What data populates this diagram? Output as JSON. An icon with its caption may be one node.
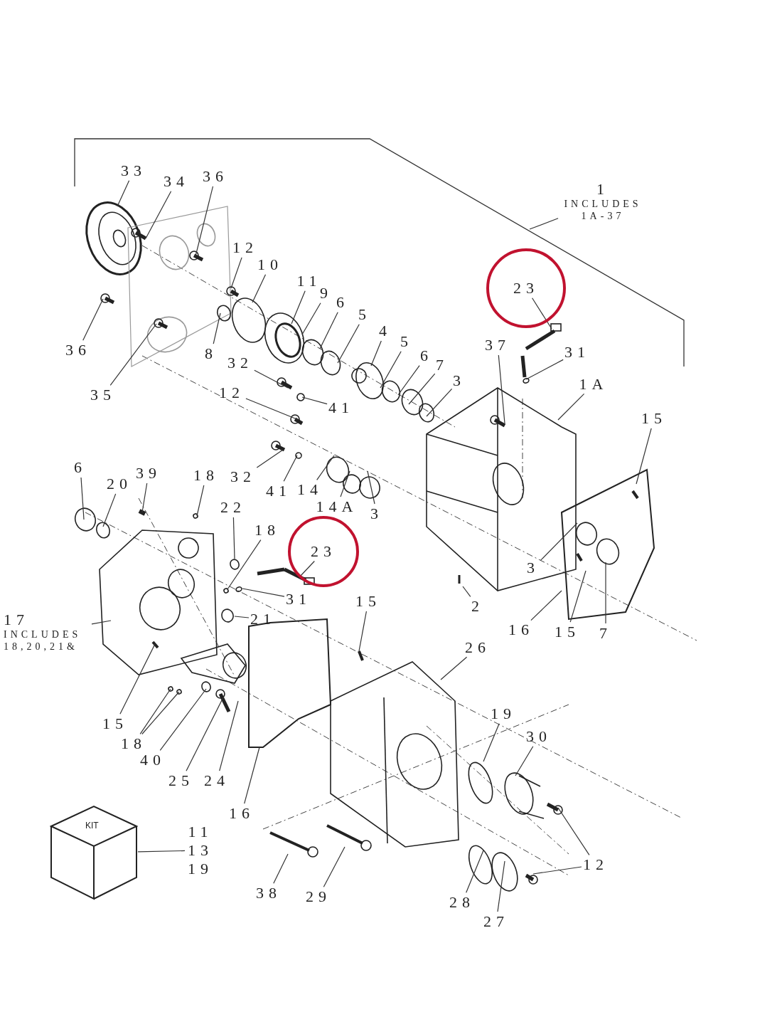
{
  "diagram": {
    "nodes": [
      {
        "text": [
          "1",
          "INCLUDES 1A-37"
        ]
      },
      {
        "text": [
          "33"
        ]
      },
      {
        "text": [
          "34"
        ]
      },
      {
        "text": [
          "36"
        ]
      },
      {
        "text": [
          "36"
        ]
      },
      {
        "text": [
          "12"
        ]
      },
      {
        "text": [
          "10"
        ]
      },
      {
        "text": [
          "11"
        ]
      },
      {
        "text": [
          "9"
        ]
      },
      {
        "text": [
          "6"
        ]
      },
      {
        "text": [
          "5"
        ]
      },
      {
        "text": [
          "4"
        ]
      },
      {
        "text": [
          "5"
        ]
      },
      {
        "text": [
          "6"
        ]
      },
      {
        "text": [
          "7"
        ]
      },
      {
        "text": [
          "3"
        ]
      },
      {
        "text": [
          "8"
        ]
      },
      {
        "text": [
          "35"
        ]
      },
      {
        "text": [
          "32"
        ]
      },
      {
        "text": [
          "12"
        ]
      },
      {
        "text": [
          "41"
        ]
      },
      {
        "text": [
          "23"
        ]
      },
      {
        "text": [
          "37"
        ]
      },
      {
        "text": [
          "31"
        ]
      },
      {
        "text": [
          "1A"
        ]
      },
      {
        "text": [
          "15"
        ]
      },
      {
        "text": [
          "6"
        ]
      },
      {
        "text": [
          "20"
        ]
      },
      {
        "text": [
          "39"
        ]
      },
      {
        "text": [
          "18"
        ]
      },
      {
        "text": [
          "32"
        ]
      },
      {
        "text": [
          "22"
        ]
      },
      {
        "text": [
          "41"
        ]
      },
      {
        "text": [
          "14"
        ]
      },
      {
        "text": [
          "14A"
        ]
      },
      {
        "text": [
          "3"
        ]
      },
      {
        "text": [
          "18"
        ]
      },
      {
        "text": [
          "23"
        ]
      },
      {
        "text": [
          "2"
        ]
      },
      {
        "text": [
          "3"
        ]
      },
      {
        "text": [
          "31"
        ]
      },
      {
        "text": [
          "15"
        ]
      },
      {
        "text": [
          "16"
        ]
      },
      {
        "text": [
          "15"
        ]
      },
      {
        "text": [
          "7"
        ]
      },
      {
        "text": [
          "17",
          "INCLUDES 18,20,21&"
        ]
      },
      {
        "text": [
          "21"
        ]
      },
      {
        "text": [
          "26"
        ]
      },
      {
        "text": [
          "15"
        ]
      },
      {
        "text": [
          "18"
        ]
      },
      {
        "text": [
          "40"
        ]
      },
      {
        "text": [
          "25"
        ]
      },
      {
        "text": [
          "24"
        ]
      },
      {
        "text": [
          "19"
        ]
      },
      {
        "text": [
          "30"
        ]
      },
      {
        "text": [
          "16"
        ]
      },
      {
        "text": [
          "KIT"
        ]
      },
      {
        "text": [
          "11 13 19"
        ]
      },
      {
        "text": [
          "12"
        ]
      },
      {
        "text": [
          "38"
        ]
      },
      {
        "text": [
          "29"
        ]
      },
      {
        "text": [
          "28"
        ]
      },
      {
        "text": [
          "27"
        ]
      }
    ],
    "edges": [
      {
        "from": 0,
        "to": null,
        "arrow": "none"
      },
      {
        "from": 1,
        "to": null,
        "arrow": "none"
      },
      {
        "from": 2,
        "to": null,
        "arrow": "none"
      },
      {
        "from": 3,
        "to": null,
        "arrow": "none"
      },
      {
        "from": 4,
        "to": null,
        "arrow": "none"
      },
      {
        "from": 5,
        "to": null,
        "arrow": "none"
      },
      {
        "from": 6,
        "to": null,
        "arrow": "none"
      },
      {
        "from": 7,
        "to": null,
        "arrow": "none"
      },
      {
        "from": 8,
        "to": null,
        "arrow": "none"
      },
      {
        "from": 9,
        "to": null,
        "arrow": "none"
      },
      {
        "from": 10,
        "to": null,
        "arrow": "none"
      },
      {
        "from": 11,
        "to": null,
        "arrow": "none"
      },
      {
        "from": 12,
        "to": null,
        "arrow": "none"
      },
      {
        "from": 13,
        "to": null,
        "arrow": "none"
      },
      {
        "from": 14,
        "to": null,
        "arrow": "none"
      },
      {
        "from": 15,
        "to": null,
        "arrow": "none"
      },
      {
        "from": 16,
        "to": null,
        "arrow": "none"
      },
      {
        "from": 17,
        "to": null,
        "arrow": "none"
      },
      {
        "from": 18,
        "to": null,
        "arrow": "none"
      },
      {
        "from": 19,
        "to": null,
        "arrow": "none"
      },
      {
        "from": 20,
        "to": null,
        "arrow": "none"
      },
      {
        "from": 21,
        "to": null,
        "arrow": "none"
      },
      {
        "from": 22,
        "to": null,
        "arrow": "none"
      },
      {
        "from": 23,
        "to": null,
        "arrow": "none"
      },
      {
        "from": 24,
        "to": null,
        "arrow": "none"
      },
      {
        "from": 25,
        "to": null,
        "arrow": "none"
      },
      {
        "from": 26,
        "to": null,
        "arrow": "none"
      },
      {
        "from": 27,
        "to": null,
        "arrow": "none"
      },
      {
        "from": 28,
        "to": null,
        "arrow": "none"
      },
      {
        "from": 29,
        "to": null,
        "arrow": "none"
      },
      {
        "from": 30,
        "to": null,
        "arrow": "none"
      },
      {
        "from": 31,
        "to": null,
        "arrow": "none"
      },
      {
        "from": 32,
        "to": null,
        "arrow": "none"
      },
      {
        "from": 33,
        "to": null,
        "arrow": "none"
      },
      {
        "from": 34,
        "to": null,
        "arrow": "none"
      },
      {
        "from": 35,
        "to": null,
        "arrow": "none"
      },
      {
        "from": 36,
        "to": null,
        "arrow": "none"
      },
      {
        "from": 37,
        "to": null,
        "arrow": "none"
      },
      {
        "from": 38,
        "to": null,
        "arrow": "none"
      },
      {
        "from": 39,
        "to": null,
        "arrow": "none"
      },
      {
        "from": 40,
        "to": null,
        "arrow": "none"
      },
      {
        "from": 41,
        "to": null,
        "arrow": "none"
      },
      {
        "from": 42,
        "to": null,
        "arrow": "none"
      },
      {
        "from": 43,
        "to": null,
        "arrow": "none"
      },
      {
        "from": 44,
        "to": null,
        "arrow": "none"
      },
      {
        "from": 45,
        "to": null,
        "arrow": "none"
      },
      {
        "from": 46,
        "to": null,
        "arrow": "none"
      },
      {
        "from": 47,
        "to": null,
        "arrow": "none"
      },
      {
        "from": 48,
        "to": null,
        "arrow": "none"
      },
      {
        "from": 49,
        "to": null,
        "arrow": "none"
      },
      {
        "from": 49,
        "to": null,
        "arrow": "none"
      },
      {
        "from": 50,
        "to": null,
        "arrow": "none"
      },
      {
        "from": 51,
        "to": null,
        "arrow": "none"
      },
      {
        "from": 52,
        "to": null,
        "arrow": "none"
      },
      {
        "from": 53,
        "to": null,
        "arrow": "none"
      },
      {
        "from": 54,
        "to": null,
        "arrow": "none"
      },
      {
        "from": 55,
        "to": null,
        "arrow": "none"
      },
      {
        "from": 57,
        "to": 56,
        "arrow": "none"
      },
      {
        "from": 58,
        "to": null,
        "arrow": "none"
      },
      {
        "from": 58,
        "to": null,
        "arrow": "none"
      },
      {
        "from": 59,
        "to": null,
        "arrow": "none"
      },
      {
        "from": 60,
        "to": null,
        "arrow": "none"
      },
      {
        "from": 61,
        "to": null,
        "arrow": "none"
      },
      {
        "from": 62,
        "to": null,
        "arrow": "none"
      }
    ]
  }
}
